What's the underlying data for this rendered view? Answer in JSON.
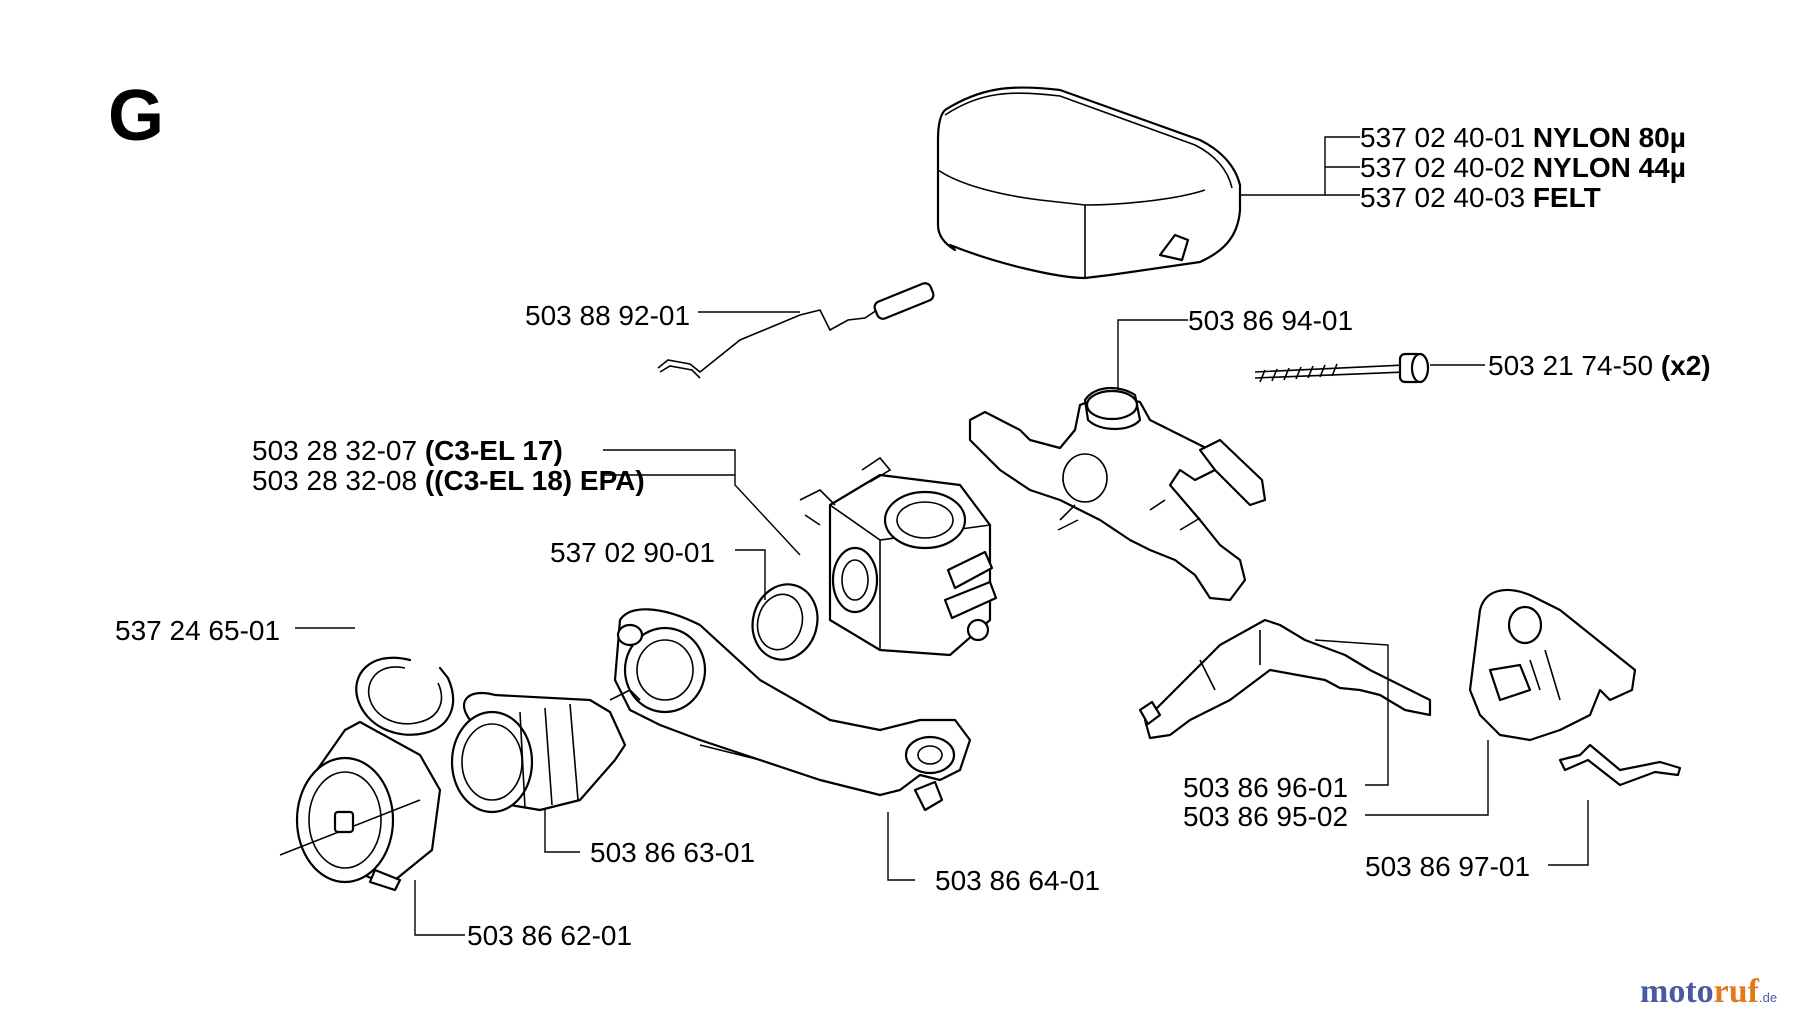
{
  "section_letter": "G",
  "labels": {
    "filter_1_num": "537 02 40-01",
    "filter_1_desc": "NYLON 80µ",
    "filter_2_num": "537 02 40-02",
    "filter_2_desc": "NYLON 44µ",
    "filter_3_num": "537 02 40-03",
    "filter_3_desc": "FELT",
    "rod": "503 88 92-01",
    "bracket": "503 86 94-01",
    "bolt_num": "503 21 74-50",
    "bolt_qty": "(x2)",
    "carb_1_num": "503 28 32-07",
    "carb_1_desc": "(C3-EL 17)",
    "carb_2_num": "503 28 32-08",
    "carb_2_desc": "((C3-EL 18) EPA)",
    "gasket": "537 02 90-01",
    "ring": "537 24 65-01",
    "lever": "503 86 96-01",
    "cover": "503 86 95-02",
    "clip": "503 86 97-01",
    "intake": "503 86 63-01",
    "arm": "503 86 64-01",
    "flange": "503 86 62-01"
  },
  "watermark": {
    "part1": "moto",
    "part2": "ruf",
    "suffix": ".de"
  }
}
